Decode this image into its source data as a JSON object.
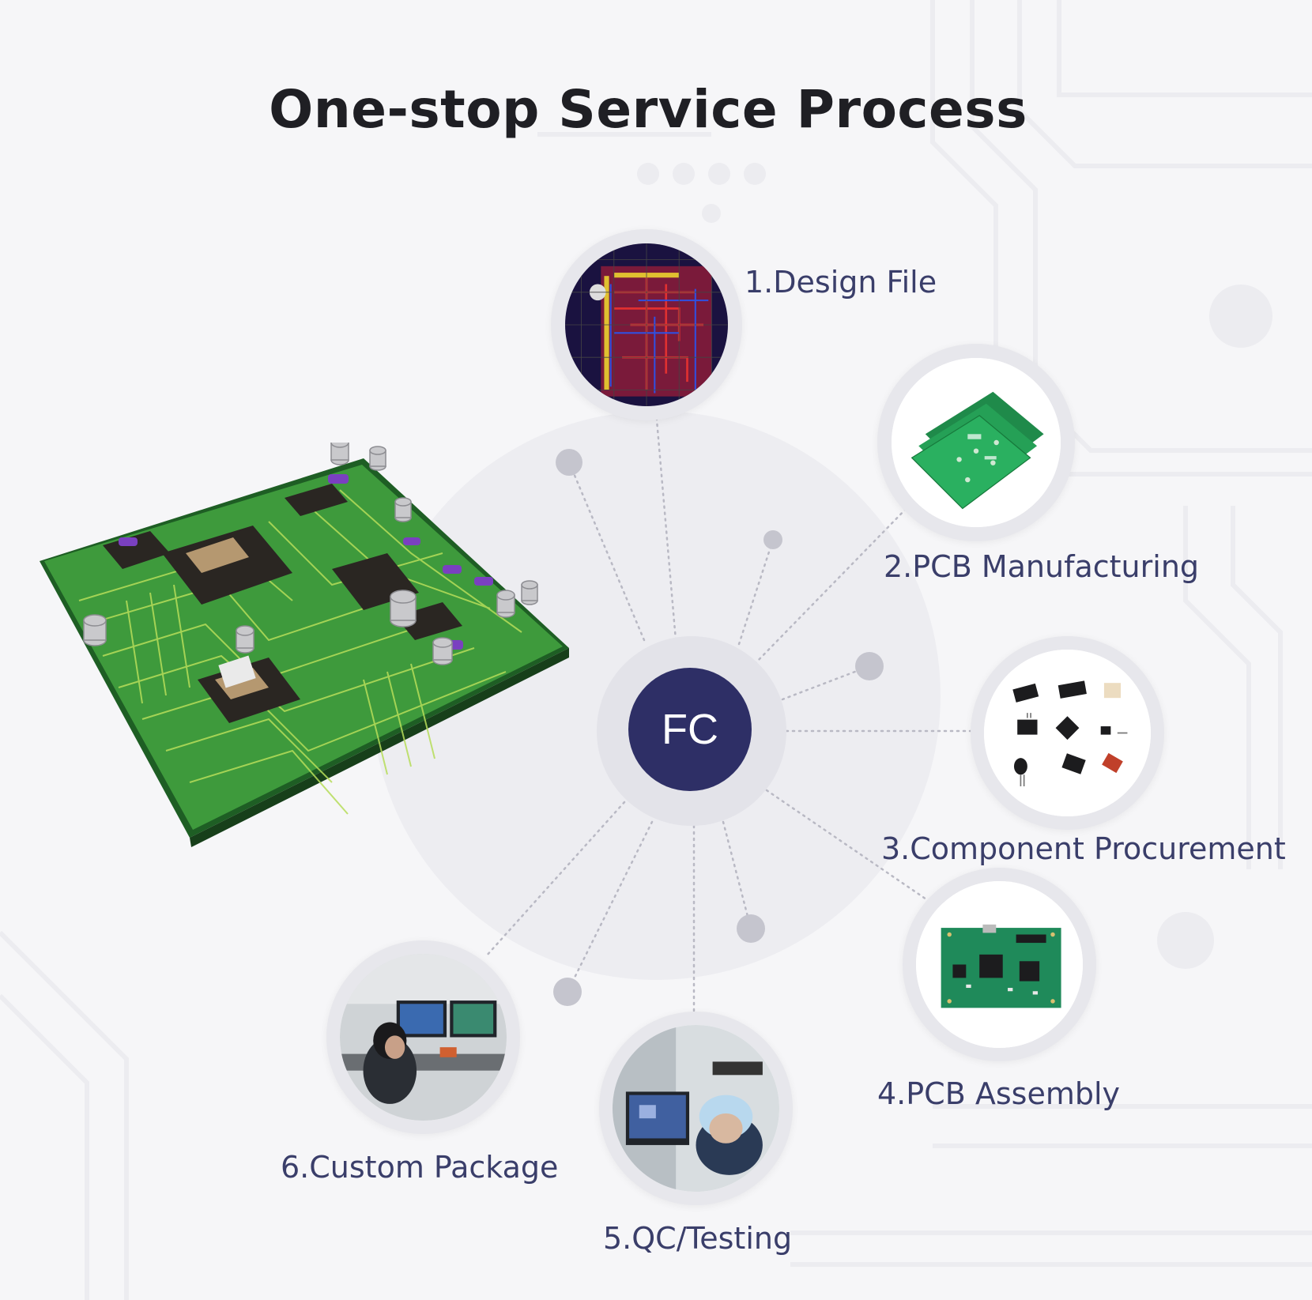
{
  "title": "One-stop Service Process",
  "hub": {
    "label": "FC"
  },
  "steps": [
    {
      "label": "1.Design File",
      "icon": "pcb-layout-icon"
    },
    {
      "label": "2.PCB Manufacturing",
      "icon": "bare-pcb-icon"
    },
    {
      "label": "3.Component Procurement",
      "icon": "electronic-components-icon"
    },
    {
      "label": "4.PCB Assembly",
      "icon": "assembled-pcb-icon"
    },
    {
      "label": "5.QC/Testing",
      "icon": "qc-testing-icon"
    },
    {
      "label": "6.Custom Package",
      "icon": "custom-package-icon"
    }
  ],
  "colors": {
    "hub": "#2e2f66",
    "label": "#3a3e6a",
    "title": "#1f1f24",
    "ring": "#e7e7ec",
    "background": "#f6f6f8"
  }
}
